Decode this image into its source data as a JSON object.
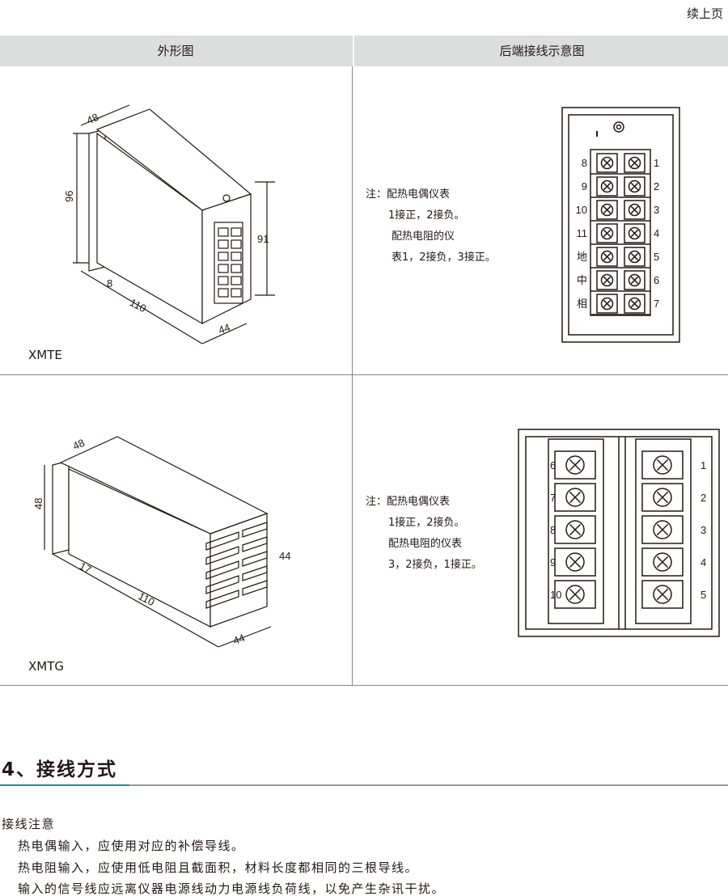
{
  "continued": "续上页",
  "table": {
    "headers": [
      "外形图",
      "后端接线示意图"
    ],
    "rows": [
      {
        "model": "XMTE",
        "dims": [
          "48",
          "96",
          "8",
          "110",
          "91",
          "44"
        ],
        "note": [
          "注：配热电偶仪表",
          "1接正，2接负。",
          "配热电阻的仪",
          "表1，2接负，3接正。"
        ],
        "left_labels": [
          "8",
          "9",
          "10",
          "11",
          "地",
          "中",
          "相"
        ],
        "right_labels": [
          "1",
          "2",
          "3",
          "4",
          "5",
          "6",
          "7"
        ]
      },
      {
        "model": "XMTG",
        "dims": [
          "48",
          "48",
          "17",
          "110",
          "44",
          "44"
        ],
        "note": [
          "注：配热电偶仪表",
          "1接正，2接负。",
          "配热电阻的仪表",
          "3，2接负，1接正。"
        ],
        "left_labels": [
          "6",
          "7",
          "8",
          "9",
          "10"
        ],
        "right_labels": [
          "1",
          "2",
          "3",
          "4",
          "5"
        ]
      }
    ]
  },
  "section": {
    "title": "4、接线方式",
    "accent_color": "#1a8f97",
    "subtitle": "接线注意",
    "items": [
      "热电偶输入，应使用对应的补偿导线。",
      "热电阻输入，应使用低电阻且截面积，材料长度都相同的三根导线。",
      "输入的信号线应远离仪器电源线动力电源线负荷线，以免产生杂讯干扰。"
    ]
  }
}
